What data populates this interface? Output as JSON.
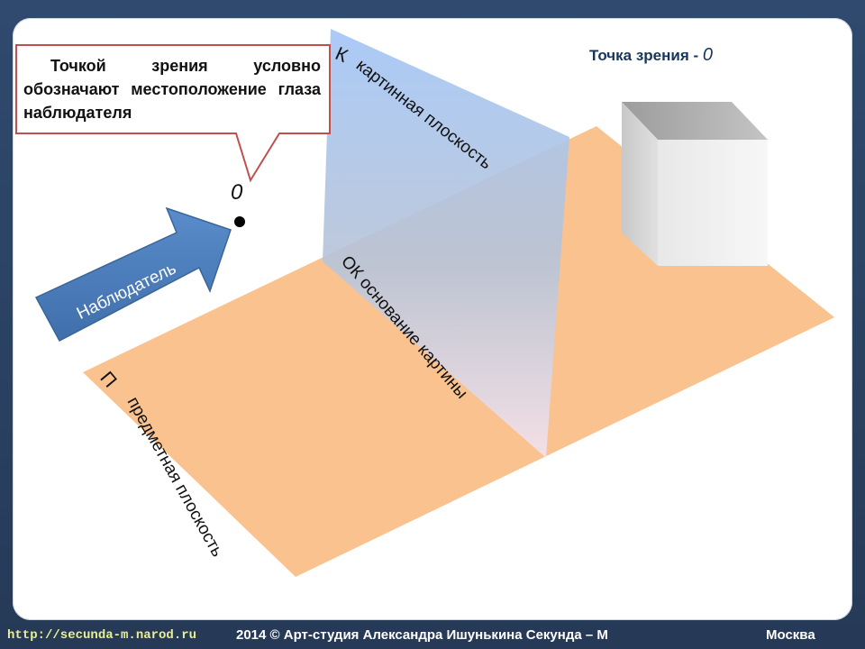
{
  "callout": {
    "text": "Точкой зрения условно обозначают местоположение глаза наблюдателя"
  },
  "header": {
    "title_prefix": "Точка зрения - ",
    "title_point": "0"
  },
  "labels": {
    "point": "0",
    "observer": "Наблюдатель",
    "picture_plane_letter": "К",
    "picture_plane": "картинная плоскость",
    "base_line": "ОК основание картины",
    "object_plane_letter": "П",
    "object_plane": "предметная плоскость"
  },
  "footer": {
    "link": "http://secunda-m.narod.ru",
    "copyright": "2014  © Арт-студия Александра Ишунькина  Секунда – М",
    "city": "Москва"
  },
  "colors": {
    "object_plane": "#f9c28e",
    "picture_plane": "#a9c9f5",
    "arrow": "#4f7fbd",
    "callout_border": "#c0504d",
    "title": "#17365d"
  }
}
